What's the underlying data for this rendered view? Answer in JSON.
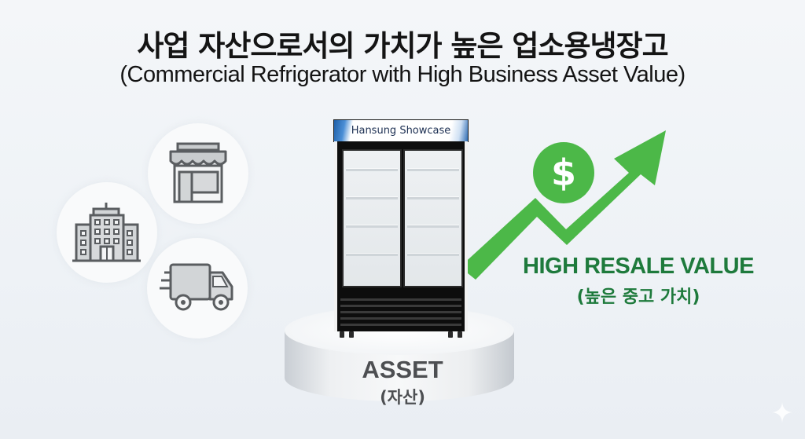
{
  "header": {
    "title": "사업 자산으로서의 가치가 높은 업소용냉장고",
    "subtitle": "(Commercial Refrigerator with High Business Asset Value)"
  },
  "left_icons": [
    {
      "name": "store-icon",
      "label": "store"
    },
    {
      "name": "office-building-icon",
      "label": "office building"
    },
    {
      "name": "delivery-truck-icon",
      "label": "delivery truck"
    }
  ],
  "fridge": {
    "brand_sign": "Hansung Showcase",
    "doors": 2,
    "shelves_per_door": 4
  },
  "pedestal": {
    "label": "ASSET",
    "sublabel": "(자산)"
  },
  "resale": {
    "icon": "dollar-icon",
    "arrow": "trend-up-arrow",
    "title": "HIGH RESALE VALUE",
    "subtitle": "(높은 중고 가치)"
  },
  "colors": {
    "green_arrow": "#4cb848",
    "green_text": "#1e7a3c",
    "icon_gray": "#5a5d60",
    "background": "#eef2f6",
    "asset_text": "#4d4f52"
  }
}
